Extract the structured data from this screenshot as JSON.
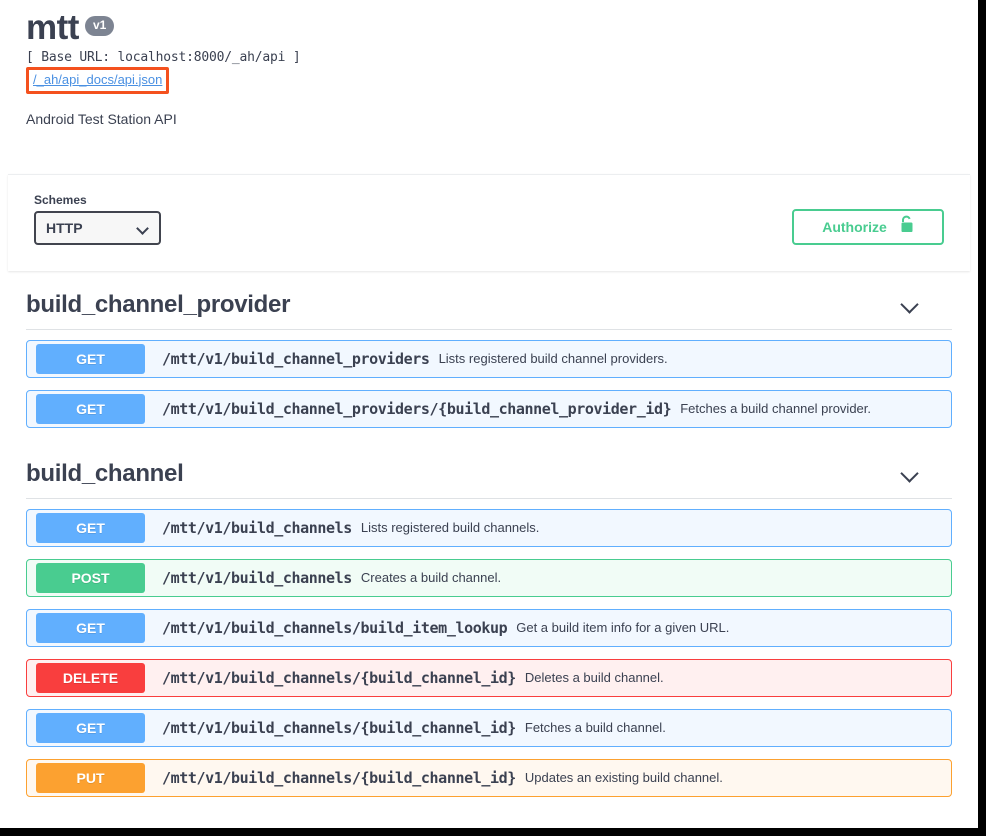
{
  "header": {
    "title": "mtt",
    "version": "v1",
    "base_url": "[ Base URL: localhost:8000/_ah/api ]",
    "spec_link": "/_ah/api_docs/api.json",
    "description": "Android Test Station API",
    "highlight_color": "#f4511e"
  },
  "scheme_block": {
    "schemes_label": "Schemes",
    "scheme_value": "HTTP",
    "scheme_options": [
      "HTTP"
    ],
    "authorize_label": "Authorize"
  },
  "sections": [
    {
      "name": "build_channel_provider",
      "operations": [
        {
          "method": "GET",
          "method_class": "get",
          "path": "/mtt/v1/build_channel_providers",
          "summary": "Lists registered build channel providers."
        },
        {
          "method": "GET",
          "method_class": "get",
          "path": "/mtt/v1/build_channel_providers/{build_channel_provider_id}",
          "summary": "Fetches a build channel provider."
        }
      ]
    },
    {
      "name": "build_channel",
      "operations": [
        {
          "method": "GET",
          "method_class": "get",
          "path": "/mtt/v1/build_channels",
          "summary": "Lists registered build channels."
        },
        {
          "method": "POST",
          "method_class": "post",
          "path": "/mtt/v1/build_channels",
          "summary": "Creates a build channel."
        },
        {
          "method": "GET",
          "method_class": "get",
          "path": "/mtt/v1/build_channels/build_item_lookup",
          "summary": "Get a build item info for a given URL."
        },
        {
          "method": "DELETE",
          "method_class": "delete",
          "path": "/mtt/v1/build_channels/{build_channel_id}",
          "summary": "Deletes a build channel."
        },
        {
          "method": "GET",
          "method_class": "get",
          "path": "/mtt/v1/build_channels/{build_channel_id}",
          "summary": "Fetches a build channel."
        },
        {
          "method": "PUT",
          "method_class": "put",
          "path": "/mtt/v1/build_channels/{build_channel_id}",
          "summary": "Updates an existing build channel."
        }
      ]
    }
  ],
  "colors": {
    "get": "#61affe",
    "post": "#49cc90",
    "delete": "#f93e3e",
    "put": "#fca130",
    "authorize": "#49cc90",
    "link": "#4a90e2"
  }
}
